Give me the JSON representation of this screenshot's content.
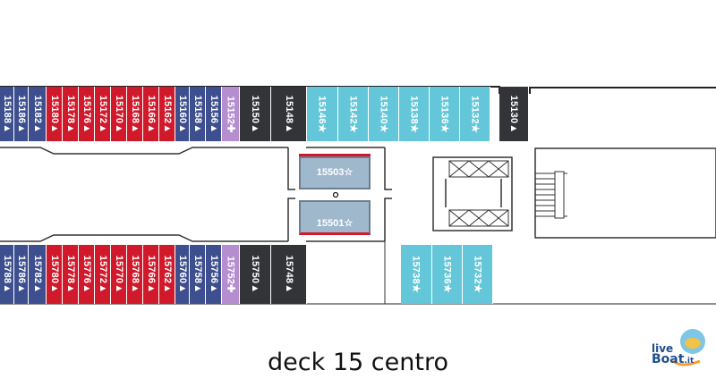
{
  "caption": "deck 15 centro",
  "logo_text": [
    "live",
    "Boat",
    ".it"
  ],
  "colors": {
    "navy": "#3d4f8e",
    "red": "#d0192b",
    "violet": "#b58ed0",
    "dark": "#333438",
    "cyan": "#64c7d9",
    "inside": "#9fb8cc"
  },
  "upper_row": [
    {
      "label": "15188▲",
      "type": "navy"
    },
    {
      "label": "15186▲",
      "type": "navy"
    },
    {
      "label": "15182▲",
      "type": "navy"
    },
    {
      "label": "15180▲",
      "type": "red"
    },
    {
      "label": "15178▲",
      "type": "red"
    },
    {
      "label": "15176▲",
      "type": "red"
    },
    {
      "label": "15172▲",
      "type": "red"
    },
    {
      "label": "15170▲",
      "type": "red"
    },
    {
      "label": "15168▲",
      "type": "red"
    },
    {
      "label": "15166▲",
      "type": "red"
    },
    {
      "label": "15162▲",
      "type": "red"
    },
    {
      "label": "15160▲",
      "type": "navy"
    },
    {
      "label": "15158▲",
      "type": "navy"
    },
    {
      "label": "15156▲",
      "type": "navy"
    },
    {
      "label": "15152✚",
      "type": "violet"
    },
    {
      "label": "15150▲",
      "type": "dark"
    },
    {
      "label": "15148▲",
      "type": "dark"
    },
    {
      "label": "15146★",
      "type": "cyan"
    },
    {
      "label": "15142★",
      "type": "cyan"
    },
    {
      "label": "15140★",
      "type": "cyan"
    },
    {
      "label": "15138★",
      "type": "cyan"
    },
    {
      "label": "15136★",
      "type": "cyan"
    },
    {
      "label": "15132★",
      "type": "cyan"
    },
    {
      "label": "15130▲",
      "type": "dark"
    }
  ],
  "lower_row": [
    {
      "label": "15788▲",
      "type": "navy"
    },
    {
      "label": "15786▲",
      "type": "navy"
    },
    {
      "label": "15782▲",
      "type": "navy"
    },
    {
      "label": "15780▲",
      "type": "red"
    },
    {
      "label": "15778▲",
      "type": "red"
    },
    {
      "label": "15776▲",
      "type": "red"
    },
    {
      "label": "15772▲",
      "type": "red"
    },
    {
      "label": "15770▲",
      "type": "red"
    },
    {
      "label": "15768▲",
      "type": "red"
    },
    {
      "label": "15766▲",
      "type": "red"
    },
    {
      "label": "15762▲",
      "type": "red"
    },
    {
      "label": "15760▲",
      "type": "navy"
    },
    {
      "label": "15758▲",
      "type": "navy"
    },
    {
      "label": "15756▲",
      "type": "navy"
    },
    {
      "label": "15752✚",
      "type": "violet"
    },
    {
      "label": "15750▲",
      "type": "dark"
    },
    {
      "label": "15748▲",
      "type": "dark"
    },
    {
      "label": "15738★",
      "type": "cyan"
    },
    {
      "label": "15736★",
      "type": "cyan"
    },
    {
      "label": "15732★",
      "type": "cyan"
    }
  ],
  "inside_cabins": [
    {
      "label": "15503☆"
    },
    {
      "label": "15501☆"
    }
  ]
}
